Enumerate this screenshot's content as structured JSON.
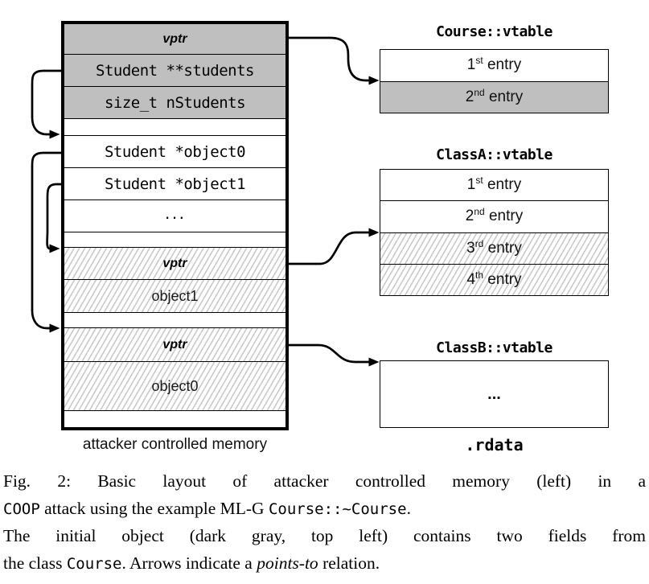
{
  "figure": {
    "memory": {
      "rows": [
        {
          "label": "vptr"
        },
        {
          "label": "Student **students"
        },
        {
          "label": "size_t nStudents"
        },
        {
          "label": ""
        },
        {
          "label": "Student *object0"
        },
        {
          "label": "Student *object1"
        },
        {
          "label": "..."
        },
        {
          "label": ""
        },
        {
          "label": "vptr"
        },
        {
          "label": "object1"
        },
        {
          "label": ""
        },
        {
          "label": "vptr"
        },
        {
          "label": "object0"
        },
        {
          "label": ""
        }
      ],
      "caption": "attacker controlled memory"
    },
    "vtables": [
      {
        "title": "Course::vtable",
        "entries": [
          {
            "num": "1",
            "sup": "st",
            "word": " entry"
          },
          {
            "num": "2",
            "sup": "nd",
            "word": " entry"
          }
        ]
      },
      {
        "title": "ClassA::vtable",
        "entries": [
          {
            "num": "1",
            "sup": "st",
            "word": " entry"
          },
          {
            "num": "2",
            "sup": "nd",
            "word": " entry"
          },
          {
            "num": "3",
            "sup": "rd",
            "word": " entry"
          },
          {
            "num": "4",
            "sup": "th",
            "word": " entry"
          }
        ]
      },
      {
        "title": "ClassB::vtable",
        "dots": "..."
      }
    ],
    "rdata_label": ".rdata"
  },
  "caption": {
    "line1": "Fig. 2: Basic layout of attacker controlled memory (left) in a",
    "line2": {
      "mono1": "COOP",
      "text1": " attack using the example ML-G ",
      "mono2": "Course::~Course",
      "text2": "."
    },
    "line3": "The initial object (dark gray, top left) contains two fields from",
    "line4": {
      "text1": "the class ",
      "mono1": "Course",
      "text2": ". Arrows indicate a ",
      "italic": "points-to",
      "text3": " relation."
    }
  },
  "colors": {
    "row_gray": "#bfbfbf",
    "hatch_line": "#cacaca",
    "stroke": "#000000"
  }
}
